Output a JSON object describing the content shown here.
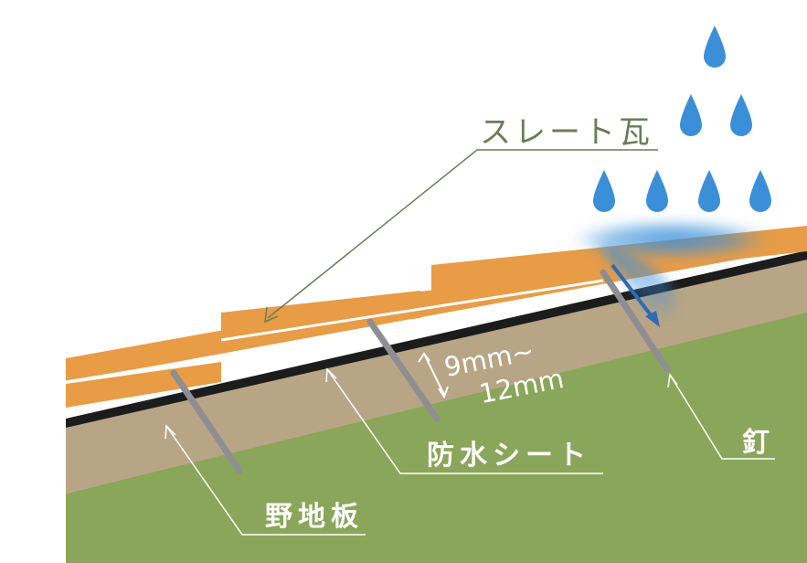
{
  "labels": {
    "slate_tile": "スレート瓦",
    "nail": "釘",
    "waterproof_sheet": "防水シート",
    "roof_board": "野地板",
    "gap_top": "9mm~",
    "gap_bottom": "12mm"
  },
  "colors": {
    "ground_green": "#8aa65a",
    "roof_board": "#b8a585",
    "slate": "#e89c45",
    "sheet_line": "#1c1c1c",
    "nail": "#8e8e94",
    "rain": "#3b8fd9",
    "leader_dark": "#6b7d55",
    "leader_light": "#ffffff"
  }
}
